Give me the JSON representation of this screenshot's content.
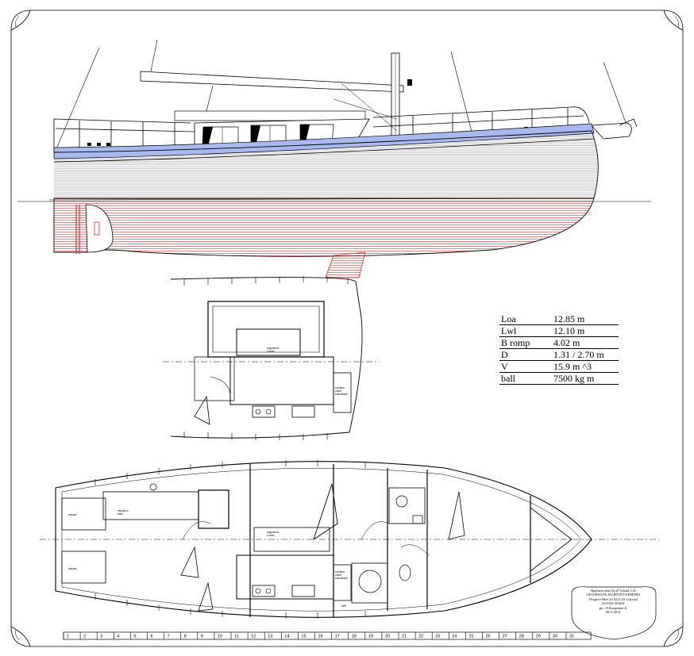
{
  "specs": [
    {
      "label": "Loa",
      "value": "12.85 m"
    },
    {
      "label": "Lwl",
      "value": "12.10 m"
    },
    {
      "label": "B romp",
      "value": "4.02 m"
    },
    {
      "label": "D",
      "value": "1.31 / 2.70 m"
    },
    {
      "label": "V",
      "value": "15.9 m ^3"
    },
    {
      "label": "ball",
      "value": "7500 kg m"
    }
  ],
  "title_block": {
    "line1": "Algemeen plan No #7  Schaal 1:20",
    "line2": "J.KOOPMANS JACHTONTWERPERS",
    "line3": "Vliegerer Heer 2ft 8212 ZS Lelystad",
    "line4": "Tel 0320-261022",
    "line5": "get : D.Koopmans Jr",
    "line6": "08.11.2013"
  },
  "labels": {
    "deckhouse_label": "zogenkruis\nin deel",
    "cockpit_label": "zogenkruis\nin deel",
    "fridge_label": "koelkast\nonder\nbuitenbank",
    "seat_a": "zetpaal",
    "seat_b": "zetpaal",
    "cockpit_seat": "zetpaal in\nbank",
    "shelf": "tafel"
  },
  "colors": {
    "sheer_blue": "#a9b9ef",
    "underwater_red": "#cc3333",
    "topside_grey": "#a0a0a0",
    "line": "#000000"
  },
  "scale_bar": {
    "ticks": [
      "1",
      "2",
      "3",
      "4",
      "5",
      "6",
      "7",
      "8",
      "9",
      "10",
      "11",
      "12",
      "13",
      "14",
      "15",
      "16",
      "17",
      "18",
      "19",
      "20",
      "21",
      "22",
      "23",
      "24",
      "25",
      "26",
      "27",
      "28",
      "29",
      "30",
      "31"
    ]
  }
}
